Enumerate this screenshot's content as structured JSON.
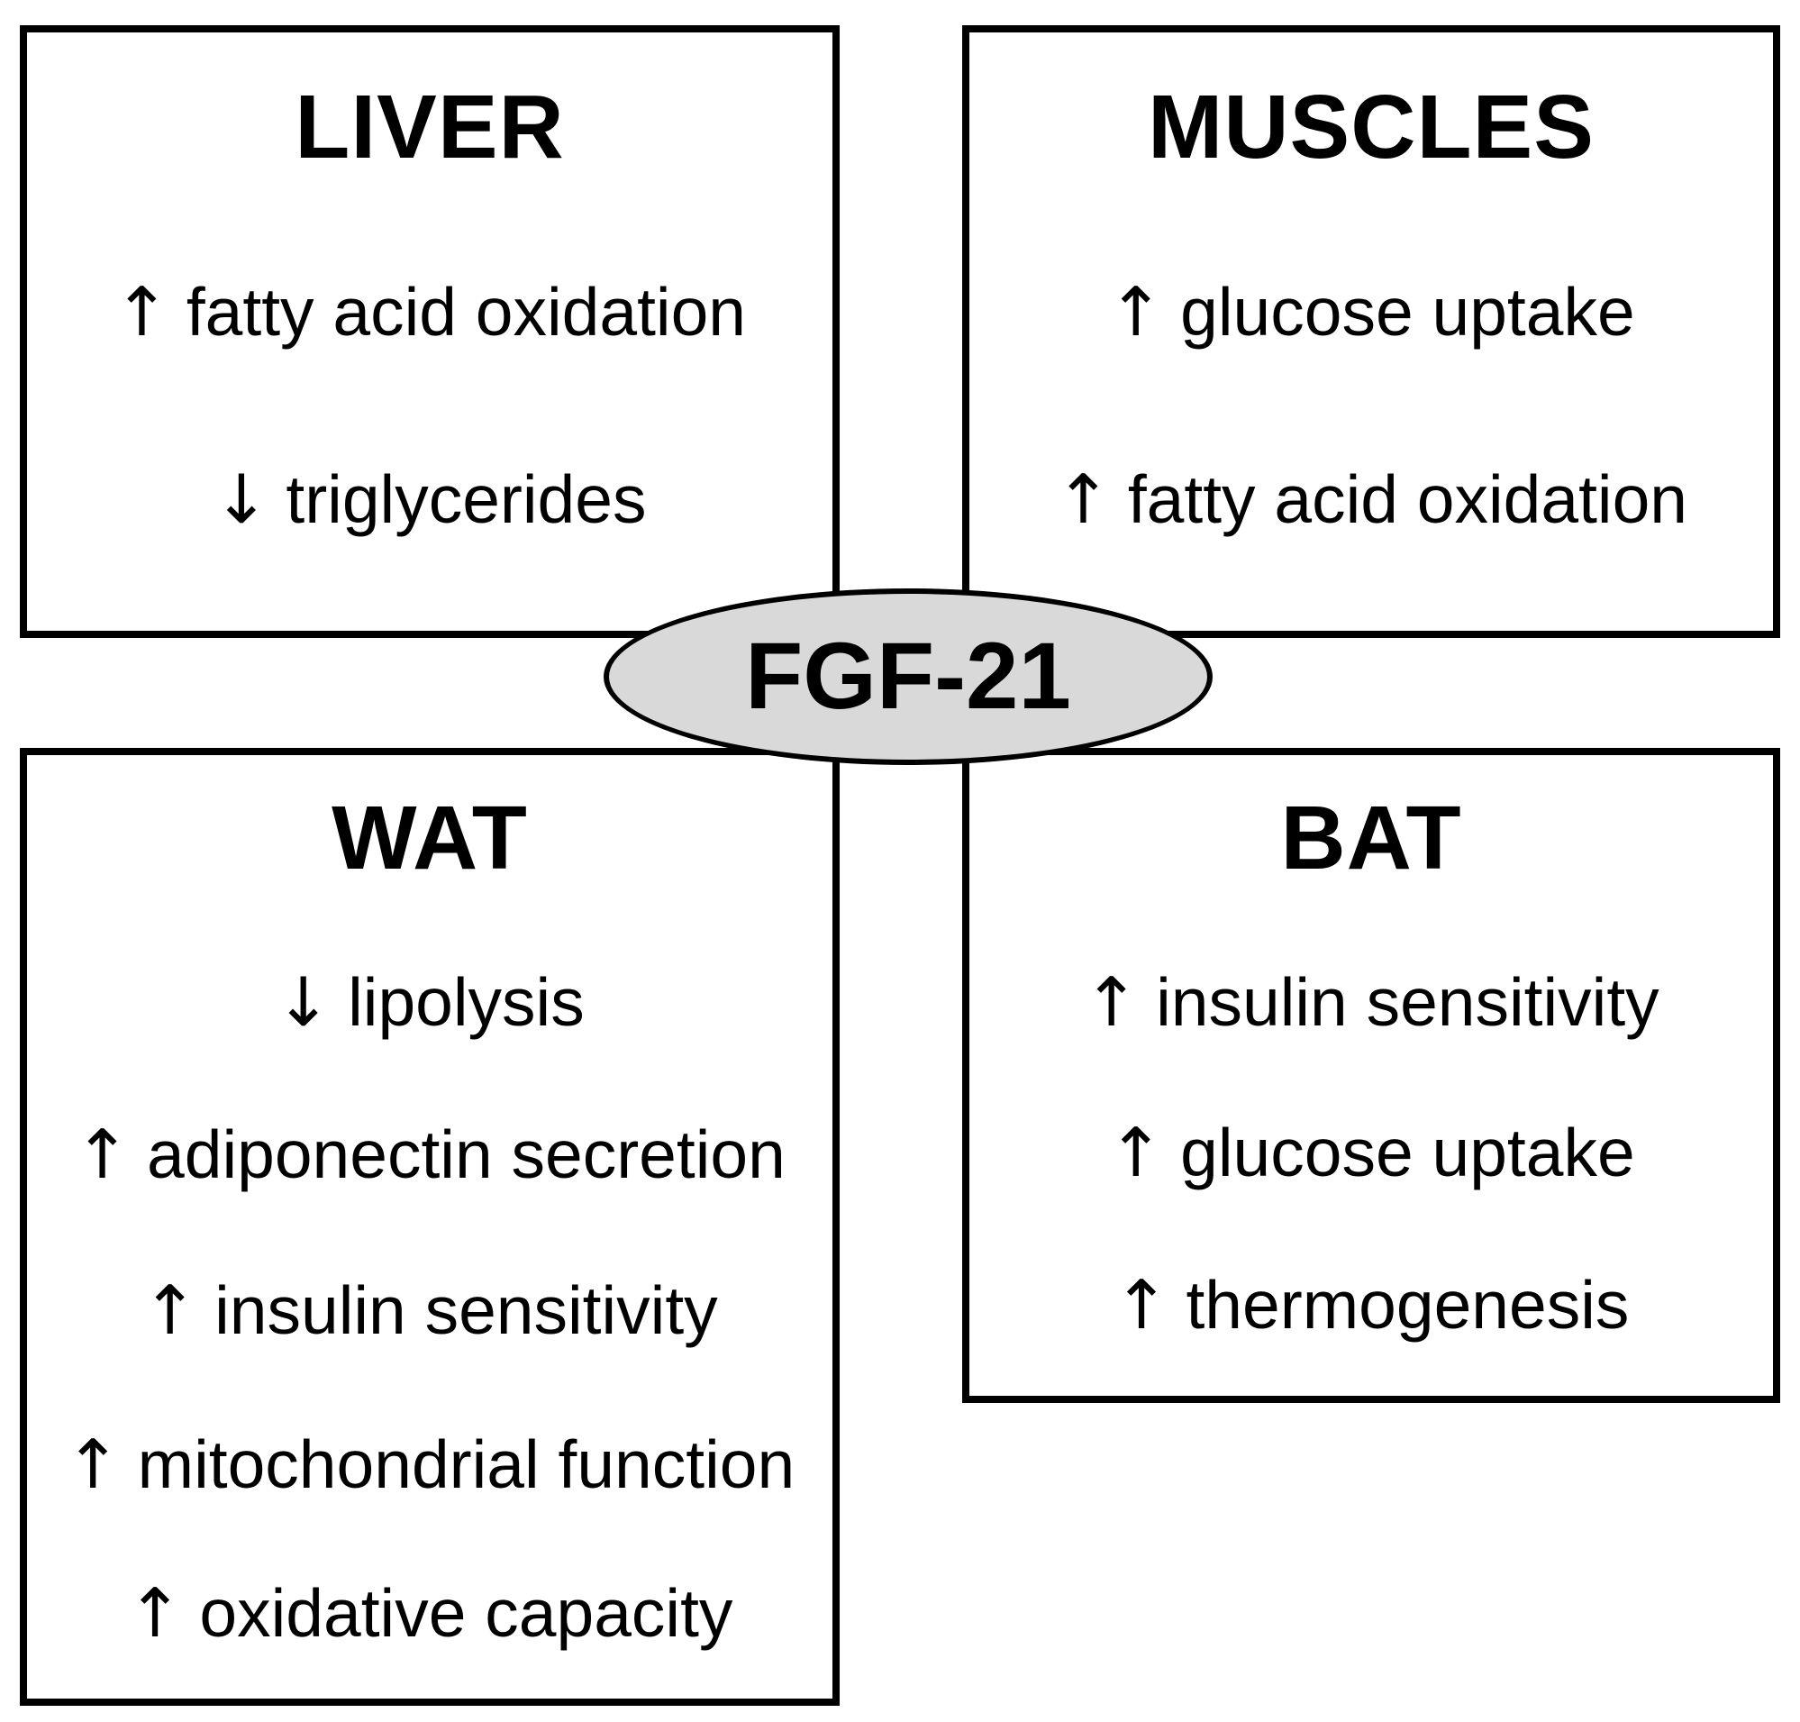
{
  "diagram": {
    "center_node": {
      "label": "FGF-21"
    },
    "boxes": {
      "liver": {
        "title": "LIVER",
        "items": [
          {
            "arrow": "↑",
            "text": "fatty acid oxidation"
          },
          {
            "arrow": "↓",
            "text": "triglycerides"
          }
        ]
      },
      "muscles": {
        "title": "MUSCLES",
        "items": [
          {
            "arrow": "↑",
            "text": "glucose uptake"
          },
          {
            "arrow": "↑",
            "text": "fatty acid oxidation"
          }
        ]
      },
      "wat": {
        "title": "WAT",
        "items": [
          {
            "arrow": "↓",
            "text": "lipolysis"
          },
          {
            "arrow": "↑",
            "text": "adiponectin secretion"
          },
          {
            "arrow": "↑",
            "text": "insulin sensitivity"
          },
          {
            "arrow": "↑",
            "text": "mitochondrial function"
          },
          {
            "arrow": "↑",
            "text": "oxidative capacity"
          }
        ]
      },
      "bat": {
        "title": "BAT",
        "items": [
          {
            "arrow": "↑",
            "text": "insulin sensitivity"
          },
          {
            "arrow": "↑",
            "text": "glucose uptake"
          },
          {
            "arrow": "↑",
            "text": "thermogenesis"
          }
        ]
      }
    },
    "colors": {
      "background": "#ffffff",
      "ink": "#000000",
      "ellipse_fill": "#d9d9d9"
    }
  }
}
